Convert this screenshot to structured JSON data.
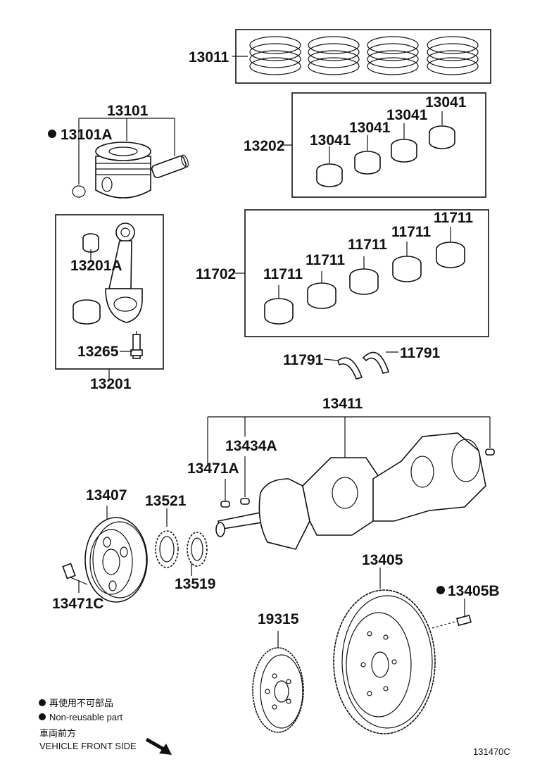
{
  "labels": {
    "p13011": "13011",
    "p13101": "13101",
    "p13101a": "13101A",
    "p13202": "13202",
    "p13041a": "13041",
    "p13041b": "13041",
    "p13041c": "13041",
    "p13041d": "13041",
    "p13201a": "13201A",
    "p13265": "13265",
    "p13201": "13201",
    "p11702": "11702",
    "p11711a": "11711",
    "p11711b": "11711",
    "p11711c": "11711",
    "p11711d": "11711",
    "p11711e": "11711",
    "p11791a": "11791",
    "p11791b": "11791",
    "p13411": "13411",
    "p13434a": "13434A",
    "p13471a": "13471A",
    "p13407": "13407",
    "p13521": "13521",
    "p13519": "13519",
    "p13471c": "13471C",
    "p13405": "13405",
    "p13405b": "13405B",
    "p19315": "19315"
  },
  "legend": {
    "jp_nonreusable": "再使用不可部品",
    "en_nonreusable": "Non-reusable part",
    "jp_front": "車両前方",
    "en_front": "VEHICLE FRONT SIDE"
  },
  "diagram_code": "131470C",
  "colors": {
    "ink": "#111111",
    "paper": "#ffffff"
  }
}
